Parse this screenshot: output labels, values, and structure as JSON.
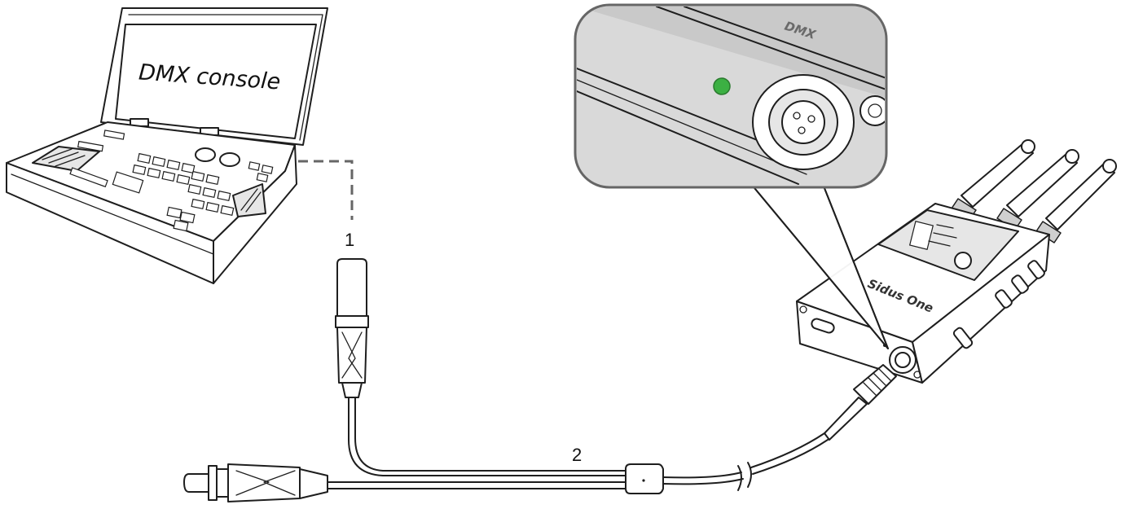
{
  "console": {
    "screen_label": "DMX console"
  },
  "callouts": {
    "connector_number": "1",
    "cable_number": "2"
  },
  "zoom": {
    "port_label": "DMX",
    "led_color": "#3cb043"
  },
  "device": {
    "brand_name": "Sidus One"
  }
}
